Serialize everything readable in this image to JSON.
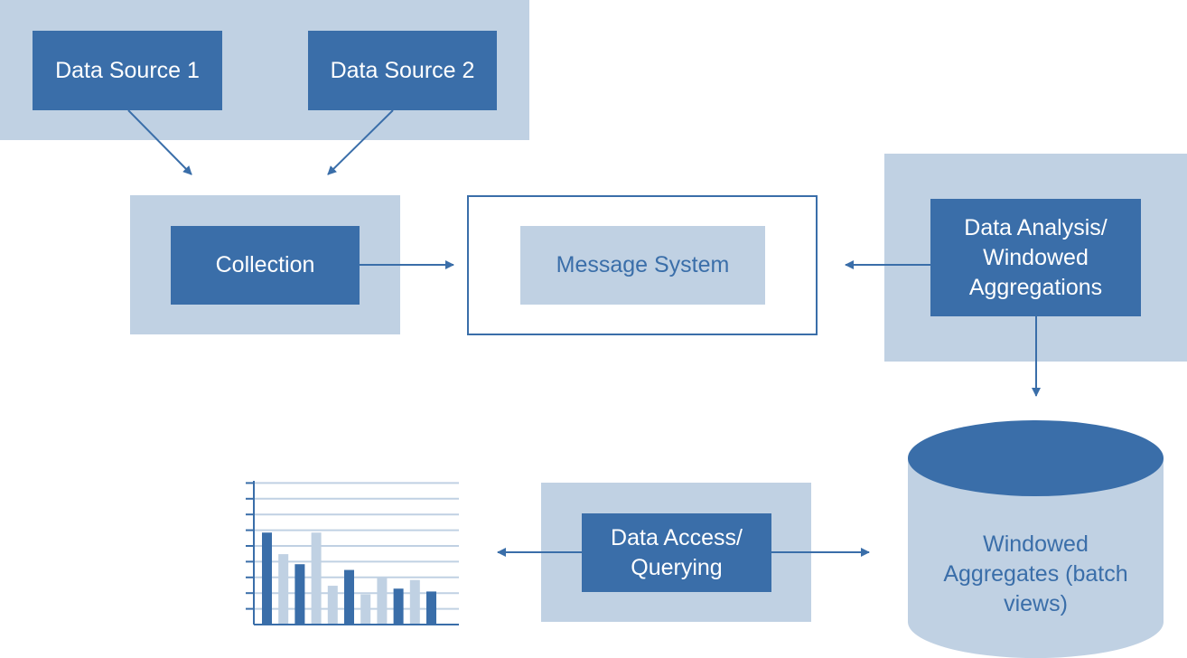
{
  "colors": {
    "primary": "#3a6ea9",
    "light": "#c0d1e3"
  },
  "nodes": {
    "source1": "Data Source 1",
    "source2": "Data Source 2",
    "collection": "Collection",
    "message_system": "Message System",
    "analysis": "Data Analysis/ Windowed Aggregations",
    "storage": "Windowed Aggregates (batch views)",
    "access": "Data Access/ Querying"
  },
  "chart_icon": {
    "bar_levels": [
      0.64,
      0.49,
      0.42,
      0.64,
      0.27,
      0.38,
      0.21,
      0.33,
      0.25,
      0.31,
      0.23
    ],
    "bar_colors": [
      "dark",
      "light",
      "dark",
      "light",
      "light",
      "dark",
      "light",
      "light",
      "dark",
      "light",
      "dark"
    ]
  }
}
